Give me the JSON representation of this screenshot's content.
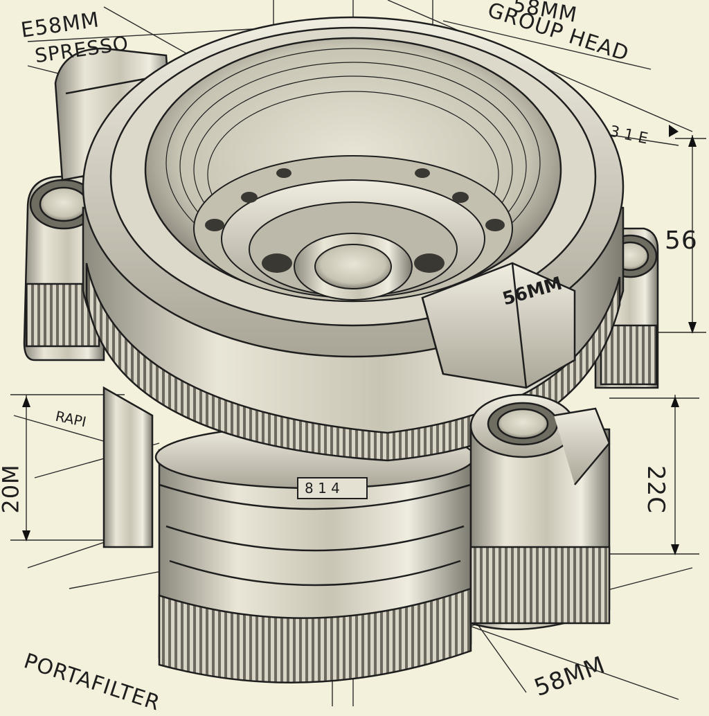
{
  "labels": {
    "espresso_size": "E58MM",
    "espresso": "SPRESSO",
    "group_size": "58MM",
    "group_head": "GROUP HEAD",
    "dim_right_upper": "56",
    "dim_right_lower": "22C",
    "dim_left": "20M",
    "dim_left_small": "RAPI",
    "dim_top_right_small": "3 1 E",
    "clamp_label": "56MM",
    "body_label": "8 1 4",
    "portafilter": "PORTAFILTER",
    "bottom_size": "58MM"
  },
  "palette": {
    "paper": "#f3f0dc",
    "ink": "#1e1e1e",
    "metal_light": "#e4e1d2",
    "metal_mid": "#bdb9aa",
    "metal_dark": "#7d7a70"
  }
}
